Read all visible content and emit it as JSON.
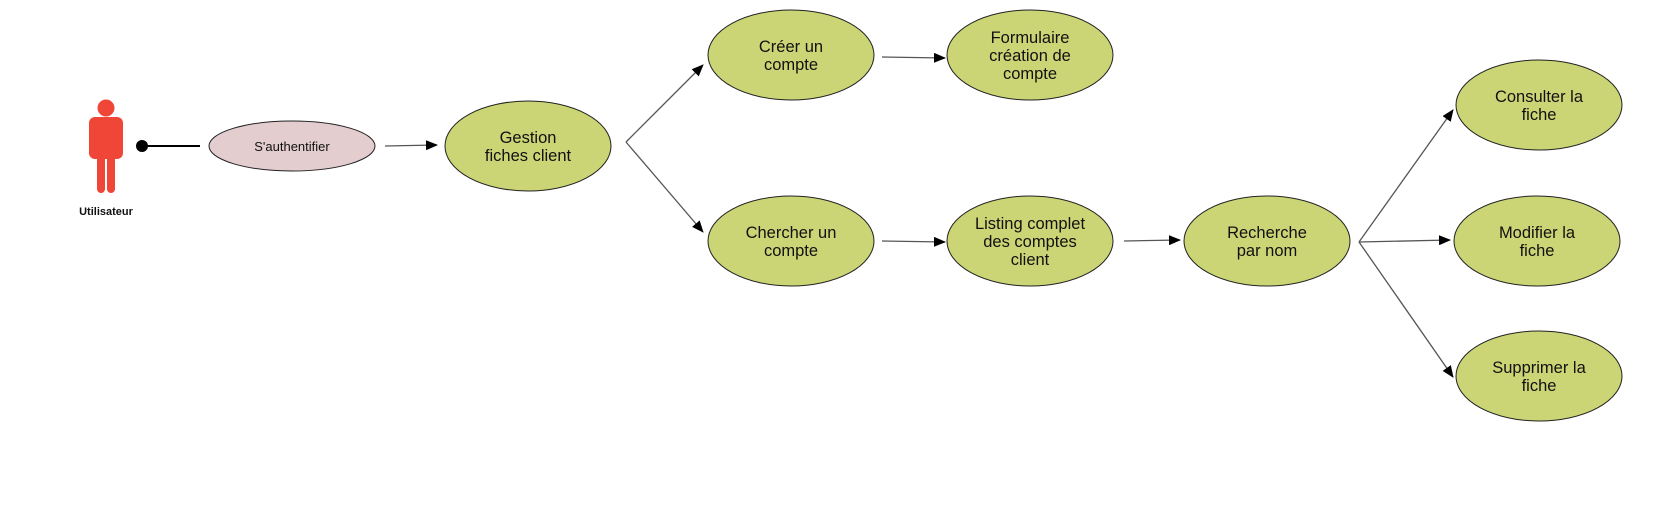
{
  "colors": {
    "usecase_fill": "#ccd575",
    "auth_fill": "#e3cdcf",
    "actor_fill": "#ef4637",
    "stroke": "#222222",
    "edge": "#555555"
  },
  "actor": {
    "label": "Utilisateur",
    "icon": "person-icon"
  },
  "nodes": {
    "authentifier": {
      "lines": [
        "S'authentifier"
      ]
    },
    "gestion": {
      "lines": [
        "Gestion",
        "fiches client"
      ]
    },
    "creer": {
      "lines": [
        "Créer un",
        "compte"
      ]
    },
    "formulaire": {
      "lines": [
        "Formulaire",
        "création de",
        "compte"
      ]
    },
    "chercher": {
      "lines": [
        "Chercher un",
        "compte"
      ]
    },
    "listing": {
      "lines": [
        "Listing complet",
        "des comptes",
        "client"
      ]
    },
    "recherche": {
      "lines": [
        "Recherche",
        "par nom"
      ]
    },
    "consulter": {
      "lines": [
        "Consulter la",
        "fiche"
      ]
    },
    "modifier": {
      "lines": [
        "Modifier la",
        "fiche"
      ]
    },
    "supprimer": {
      "lines": [
        "Supprimer la",
        "fiche"
      ]
    }
  },
  "edges": [
    {
      "from": "actor",
      "to": "authentifier",
      "kind": "association"
    },
    {
      "from": "authentifier",
      "to": "gestion",
      "kind": "arrow"
    },
    {
      "from": "gestion",
      "to": "creer",
      "kind": "arrow"
    },
    {
      "from": "gestion",
      "to": "chercher",
      "kind": "arrow"
    },
    {
      "from": "creer",
      "to": "formulaire",
      "kind": "arrow"
    },
    {
      "from": "chercher",
      "to": "listing",
      "kind": "arrow"
    },
    {
      "from": "listing",
      "to": "recherche",
      "kind": "arrow"
    },
    {
      "from": "recherche",
      "to": "consulter",
      "kind": "arrow"
    },
    {
      "from": "recherche",
      "to": "modifier",
      "kind": "arrow"
    },
    {
      "from": "recherche",
      "to": "supprimer",
      "kind": "arrow"
    }
  ]
}
